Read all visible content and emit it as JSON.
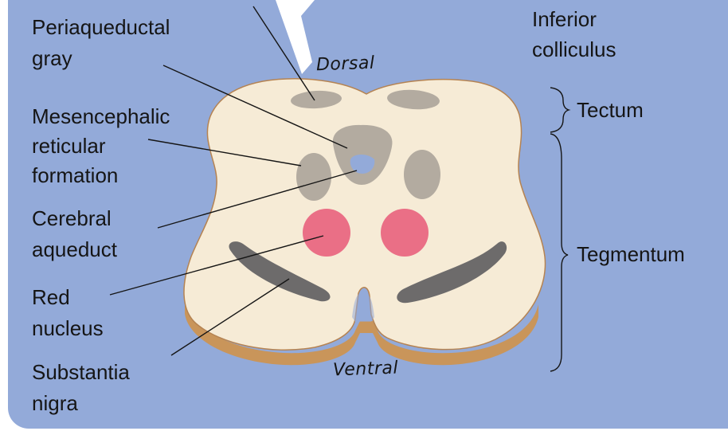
{
  "diagram": {
    "background_color": "#93aad9",
    "orientation": {
      "dorsal": "Dorsal",
      "ventral": "Ventral"
    },
    "labels_left": {
      "periaqueductal_gray": [
        "Periaqueductal",
        "gray"
      ],
      "mesencephalic_reticular_formation": [
        "Mesencephalic",
        "reticular",
        "formation"
      ],
      "cerebral_aqueduct": [
        "Cerebral",
        "aqueduct"
      ],
      "red_nucleus": [
        "Red",
        "nucleus"
      ],
      "substantia_nigra": [
        "Substantia",
        "nigra"
      ]
    },
    "labels_right": {
      "inferior_colliculus": [
        "Inferior",
        "colliculus"
      ],
      "tectum": "Tectum",
      "tegmentum": "Tegmentum"
    },
    "colors": {
      "section_fill": "#f6ebd6",
      "section_edge": "#c9955a",
      "gray_regions": "#b3aba0",
      "red_nucleus": "#ea6f86",
      "substantia_nigra": "#6d6b6b"
    }
  }
}
